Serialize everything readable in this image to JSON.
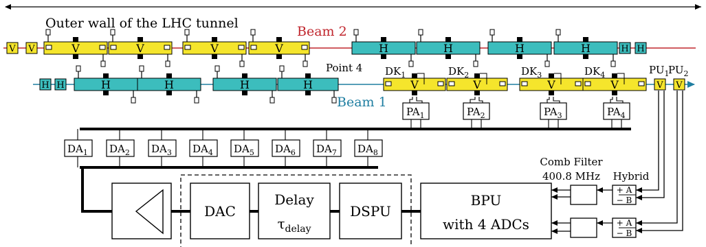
{
  "colors": {
    "beam2": "#c0262d",
    "beam1": "#1f7ea1",
    "vert": "#f5e52c",
    "horiz": "#3cbdbd"
  },
  "labels": {
    "outer_wall": "Outer wall of the LHC tunnel",
    "beam2": "Beam 2",
    "beam1": "Beam 1",
    "point4": "Point 4",
    "comb_filter": "Comb Filter",
    "comb_freq": "400.8 MHz",
    "hybrid": "Hybrid",
    "dac": "DAC",
    "delay": "Delay",
    "tau": "τ",
    "tau_sub": "delay",
    "dspu": "DSPU",
    "bpu_line1": "BPU",
    "bpu_line2": "with 4 ADCs",
    "hyb_plus_a": "+ A",
    "hyb_minus_b": "− B"
  },
  "magnet_letters": {
    "v": "V",
    "h": "H"
  },
  "kickers": [
    {
      "name": "DK",
      "sub": "1"
    },
    {
      "name": "DK",
      "sub": "2"
    },
    {
      "name": "DK",
      "sub": "3"
    },
    {
      "name": "DK",
      "sub": "4"
    }
  ],
  "pickups": [
    {
      "name": "PU",
      "sub": "1"
    },
    {
      "name": "PU",
      "sub": "2"
    }
  ],
  "power_amplifiers": [
    {
      "name": "PA",
      "sub": "1"
    },
    {
      "name": "PA",
      "sub": "2"
    },
    {
      "name": "PA",
      "sub": "3"
    },
    {
      "name": "PA",
      "sub": "4"
    }
  ],
  "driver_amplifiers": [
    {
      "name": "DA",
      "sub": "1"
    },
    {
      "name": "DA",
      "sub": "2"
    },
    {
      "name": "DA",
      "sub": "3"
    },
    {
      "name": "DA",
      "sub": "4"
    },
    {
      "name": "DA",
      "sub": "5"
    },
    {
      "name": "DA",
      "sub": "6"
    },
    {
      "name": "DA",
      "sub": "7"
    },
    {
      "name": "DA",
      "sub": "8"
    }
  ]
}
